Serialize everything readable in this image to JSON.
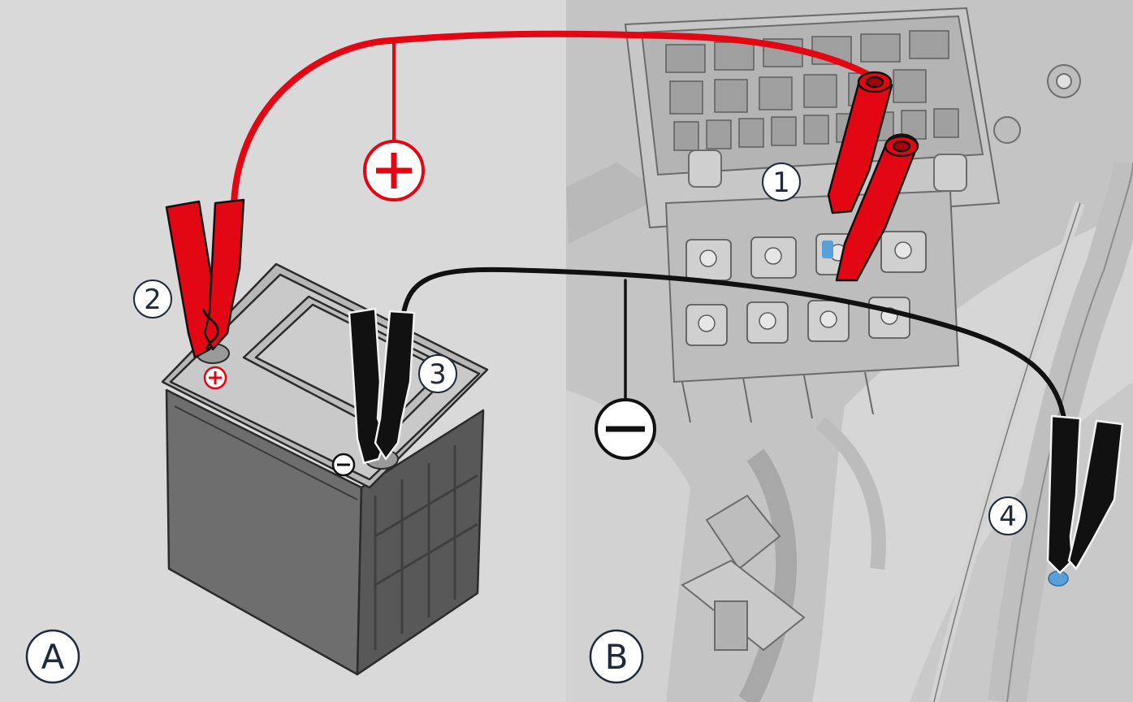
{
  "panels": {
    "left": {
      "label": "A"
    },
    "right": {
      "label": "B"
    }
  },
  "callouts": [
    {
      "id": "1",
      "label": "1"
    },
    {
      "id": "2",
      "label": "2"
    },
    {
      "id": "3",
      "label": "3"
    },
    {
      "id": "4",
      "label": "4"
    }
  ],
  "polarity": {
    "positive_symbol": "+",
    "negative_symbol": "−"
  },
  "colors": {
    "positive_cable": "#e30613",
    "negative_cable": "#111111",
    "background_left": "#d9d9d9",
    "background_right": "#c8c8c8",
    "ground_point": "#5aa0d8"
  },
  "icons": [
    "jumper-clamp-icon",
    "battery-icon",
    "fuse-box-icon"
  ]
}
